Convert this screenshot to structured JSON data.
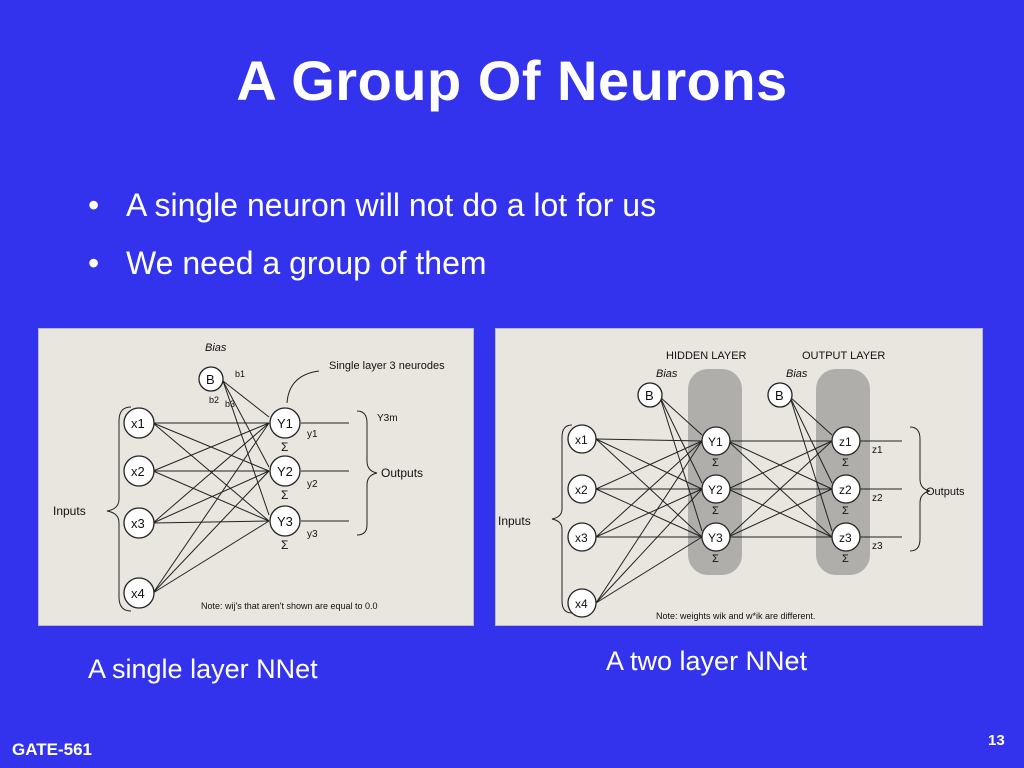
{
  "slide": {
    "title": "A Group Of Neurons",
    "bullets": [
      "A single neuron will not do a lot for us",
      "We need a group of them"
    ],
    "captions": {
      "left": "A single layer NNet",
      "right": "A two layer NNet"
    },
    "footer": "GATE-561",
    "page_number": "13"
  },
  "figure_left": {
    "bias_label": "Bias",
    "bias_node": "B",
    "callout": "Single layer 3 neurodes",
    "inputs_label": "Inputs",
    "outputs_label": "Outputs",
    "note": "Note: wij's that aren't shown are equal to 0.0",
    "input_nodes": [
      "x1",
      "x2",
      "x3",
      "x4"
    ],
    "output_nodes": [
      "Y1",
      "Y2",
      "Y3"
    ],
    "output_values": [
      "y1",
      "y2",
      "y3"
    ],
    "bias_weights": [
      "b1",
      "b2",
      "b3"
    ],
    "top_output_label": "Y3m",
    "sigma": "Σ"
  },
  "figure_right": {
    "hidden_layer_label": "HIDDEN LAYER",
    "output_layer_label": "OUTPUT LAYER",
    "bias_label": "Bias",
    "bias_node": "B",
    "inputs_label": "Inputs",
    "outputs_label": "Outputs",
    "note": "Note: weights wik and w*ik are different.",
    "input_nodes": [
      "x1",
      "x2",
      "x3",
      "x4"
    ],
    "hidden_nodes": [
      "Y1",
      "Y2",
      "Y3"
    ],
    "output_nodes": [
      "z1",
      "z2",
      "z3"
    ],
    "output_values": [
      "z1",
      "z2",
      "z3"
    ],
    "sigma": "Σ"
  }
}
